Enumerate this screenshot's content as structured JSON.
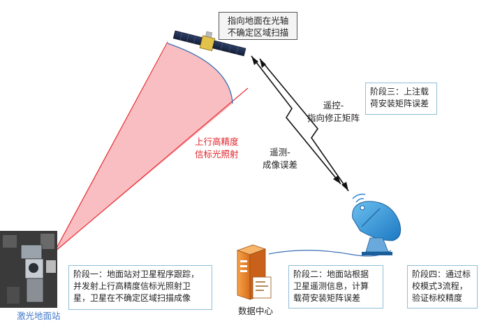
{
  "satellite": {
    "label_line1": "指向地面在光轴",
    "label_line2": "不确定区域扫描"
  },
  "links": {
    "uplink_beam_line1": "上行高精度",
    "uplink_beam_line2": "信标光照射",
    "telemetry_line1": "遥测-",
    "telemetry_line2": "成像误差",
    "telecontrol_line1": "遥控-",
    "telecontrol_line2": "指向修正矩阵"
  },
  "stages": {
    "stage1": {
      "line1": "阶段一：地面站对卫星程序跟踪，",
      "line2": "并发射上行高精度信标光照射卫",
      "line3": "星，卫星在不确定区域扫描成像"
    },
    "stage2": {
      "line1": "阶段二：地面站根据",
      "line2": "卫星遥测信息，计算",
      "line3": "载荷安装矩阵误差"
    },
    "stage3": {
      "line1": "阶段三：上注载",
      "line2": "荷安装矩阵误差"
    },
    "stage4": {
      "line1": "阶段四：通过标",
      "line2": "校模式3流程，",
      "line3": "验证标校精度"
    }
  },
  "nodes": {
    "laser_station": "激光地面站",
    "data_center": "数据中心"
  },
  "colors": {
    "beam_fill": "#f7b7bb",
    "beam_edge": "#e8282e",
    "stage_border": "#8fbfd9",
    "link_line": "#3a6fb5",
    "server_orange": "#e8872a"
  }
}
